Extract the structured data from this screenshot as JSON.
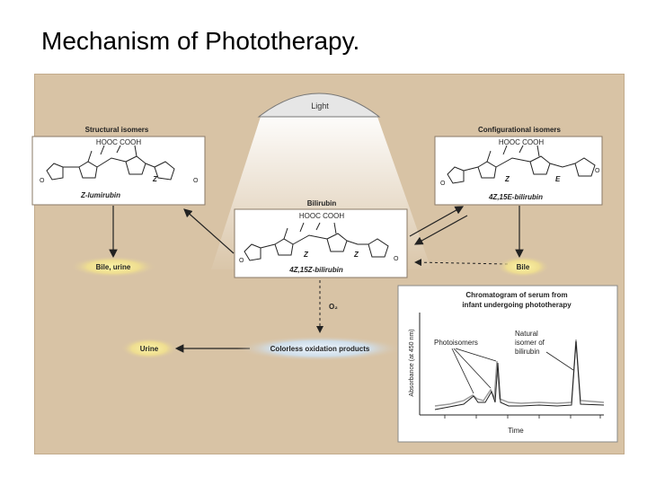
{
  "slide": {
    "title": "Mechanism of Phototherapy."
  },
  "light": {
    "label": "Light"
  },
  "boxes": {
    "structural": {
      "heading": "Structural isomers",
      "acids": "HOOC   COOH",
      "name": "Z-lumirubin"
    },
    "configurational": {
      "heading": "Configurational isomers",
      "acids": "HOOC   COOH",
      "name": "4Z,15E-bilirubin"
    },
    "bilirubin": {
      "heading": "Bilirubin",
      "acids": "HOOC   COOH",
      "name": "4Z,15Z-bilirubin"
    }
  },
  "outputs": {
    "bile_urine": "Bile, urine",
    "bile": "Bile",
    "urine": "Urine",
    "oxidation": "Colorless oxidation products",
    "oxygen": "O₂"
  },
  "chromatogram": {
    "title_line1": "Chromatogram of serum from",
    "title_line2": "infant undergoing phototherapy",
    "ylabel": "Absorbance (at 450 nm)",
    "xlabel": "Time",
    "photoisomers_label": "Photoisomers",
    "natural_line1": "Natural",
    "natural_line2": "isomer of",
    "natural_line3": "bilirubin"
  },
  "colors": {
    "panel": "#d8c3a5",
    "glow": "#fff3a0",
    "box_border": "#8a7a66"
  }
}
